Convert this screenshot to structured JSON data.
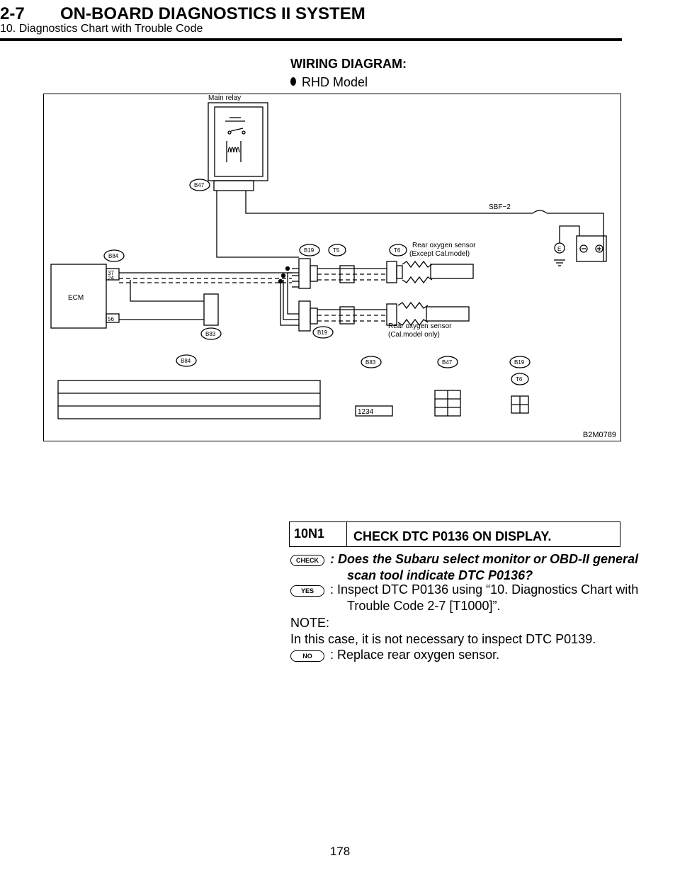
{
  "header": {
    "section_number": "2-7",
    "section_title": "ON-BOARD DIAGNOSTICS II SYSTEM",
    "subsection": "10. Diagnostics Chart with Trouble Code"
  },
  "wiring": {
    "heading": "WIRING DIAGRAM:",
    "model": "RHD Model",
    "figure_code": "B2M0789",
    "labels": {
      "main_relay": "Main relay",
      "b47": "B47",
      "sbf": "SBF−2",
      "b84": "B84",
      "ecm": "ECM",
      "pin37": "37",
      "pin24": "24",
      "pin56": "56",
      "b19": "B19",
      "t5": "T5",
      "t6": "T6",
      "sensor_top": "Rear oxygen sensor",
      "sensor_top_note": "(Except Cal.model)",
      "sensor_bot": "Rear oxygen sensor",
      "sensor_bot_note": "(Cal.model only)",
      "b83": "B83",
      "ground": "E",
      "b83_conn": "1234"
    }
  },
  "step": {
    "number": "10N1",
    "title": "CHECK DTC P0136 ON DISPLAY.",
    "check_label": "CHECK",
    "check_text": ": Does the Subaru select monitor or OBD-II general scan tool indicate DTC P0136?",
    "yes_label": "YES",
    "yes_text": ": Inspect DTC P0136 using “10. Diagnostics Chart with Trouble Code 2-7 [T1000]”.",
    "note_title": "NOTE:",
    "note_text": "In this case, it is not necessary to inspect DTC P0139.",
    "no_label": "NO",
    "no_text": ": Replace rear oxygen sensor."
  },
  "page_number": "178"
}
